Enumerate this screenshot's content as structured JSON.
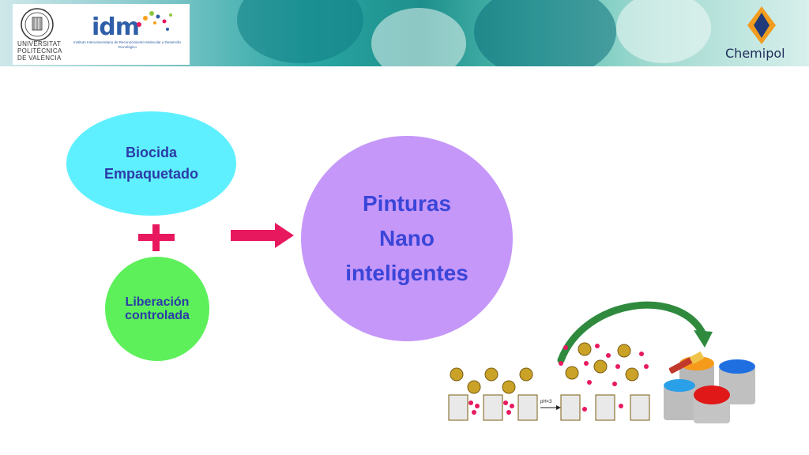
{
  "header": {
    "upv_lines": [
      "UNIVERSITAT",
      "POLITÈCNICA",
      "DE VALÈNCIA"
    ],
    "idm_logo": "idm",
    "idm_subtitle": "Instituto Interuniversitario de Reconocimiento Molecular y Desarrollo Tecnológico",
    "chemipol": "Chemipol"
  },
  "diagram": {
    "biocida_line1": "Biocida",
    "biocida_line2": "Empaquetado",
    "liberacion_line1": "Liberación",
    "liberacion_line2": "controlada",
    "result_line1": "Pinturas",
    "result_line2": "Nano",
    "result_line3": "inteligentes"
  },
  "illustration": {
    "ph_label": "pH<3"
  },
  "colors": {
    "ellipse_cyan": "#5ff0ff",
    "ellipse_green": "#5df05b",
    "ellipse_purple": "#c597f9",
    "accent_pink": "#e8185f",
    "text_blue": "#2b3ba8"
  }
}
